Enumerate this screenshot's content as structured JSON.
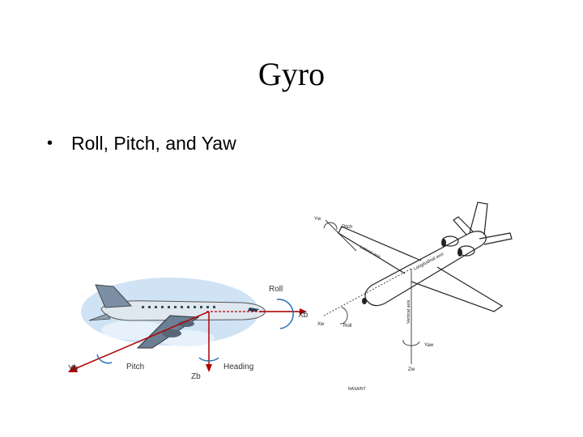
{
  "slide": {
    "title": "Gyro",
    "bullets": [
      "Roll, Pitch, and Yaw"
    ]
  },
  "left_diagram": {
    "labels": {
      "roll": "Roll",
      "pitch": "Pitch",
      "heading": "Heading",
      "xb": "Xb",
      "yb": "Yb",
      "zb": "Zb"
    },
    "colors": {
      "axis": "#b00000",
      "rotation_arrow": "#2a6fb0",
      "sky": "#cfe3f5"
    }
  },
  "right_diagram": {
    "labels": {
      "yw": "Yw",
      "pitch": "Pitch",
      "lateral_axis": "Lateral axis",
      "longitudinal_axis": "Longitudinal axis",
      "vertical_axis": "Vertical axis",
      "xw": "Xw",
      "roll": "Roll",
      "yaw": "Yaw",
      "zw": "Zw",
      "credit": "NASA/NT"
    }
  }
}
